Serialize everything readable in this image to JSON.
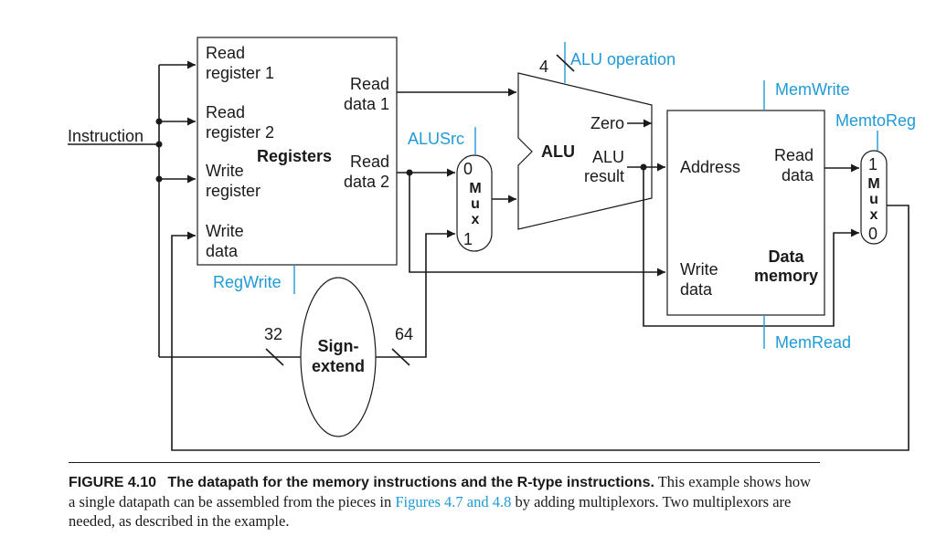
{
  "registers": {
    "read_register_1": [
      "Read",
      "register 1"
    ],
    "read_register_2": [
      "Read",
      "register 2"
    ],
    "write_register": [
      "Write",
      "register"
    ],
    "write_data": [
      "Write",
      "data"
    ],
    "read_data_1": [
      "Read",
      "data 1"
    ],
    "read_data_2": [
      "Read",
      "data 2"
    ],
    "title": "Registers"
  },
  "instruction_label": "Instruction",
  "control": {
    "regwrite": "RegWrite",
    "alusrc": "ALUSrc",
    "alu_operation": "ALU operation",
    "alu_op_bits": "4",
    "memwrite": "MemWrite",
    "memtoreg": "MemtoReg",
    "memread": "MemRead"
  },
  "alu": {
    "title": "ALU",
    "zero": "Zero",
    "result": [
      "ALU",
      "result"
    ]
  },
  "mux_alusrc": {
    "top": "0",
    "letters": [
      "M",
      "u",
      "x"
    ],
    "bottom": "1"
  },
  "mux_memtoreg": {
    "top": "1",
    "letters": [
      "M",
      "u",
      "x"
    ],
    "bottom": "0"
  },
  "sign_extend": {
    "lines": [
      "Sign-",
      "extend"
    ],
    "in_bits": "32",
    "out_bits": "64"
  },
  "data_memory": {
    "address": "Address",
    "read_data": [
      "Read",
      "data"
    ],
    "write_data": [
      "Write",
      "data"
    ],
    "title": [
      "Data",
      "memory"
    ]
  },
  "caption": {
    "figure": "FIGURE 4.10",
    "title": "The datapath for the memory instructions and the R-type instructions.",
    "text_1": " This example shows how a single datapath can be assembled from the pieces in ",
    "ref": "Figures 4.7 and 4.8",
    "text_2": " by adding multiplexors. Two multiplexors are needed, as described in the example."
  }
}
